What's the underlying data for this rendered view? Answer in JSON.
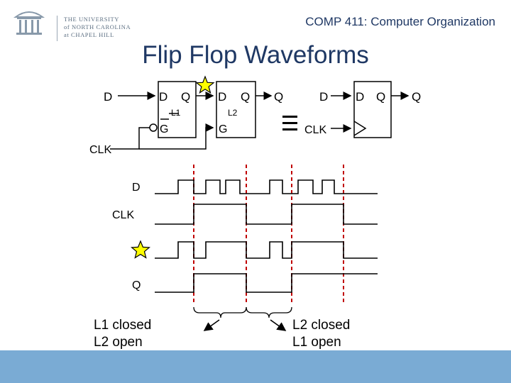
{
  "header": {
    "course": "COMP 411: Computer Organization",
    "logo_lines": [
      "THE UNIVERSITY",
      "of NORTH CAROLINA",
      "at CHAPEL HILL"
    ]
  },
  "slide": {
    "title": "Flip Flop Waveforms"
  },
  "circuit": {
    "d_in": "D",
    "l1_d": "D",
    "l1_q": "Q",
    "l1_name": "L1",
    "l1_g": "G",
    "l2_d": "D",
    "l2_q": "Q",
    "l2_name": "L2",
    "l2_g": "G",
    "q_out": "Q",
    "clk": "CLK",
    "ff_in": "D",
    "ff_d": "D",
    "ff_q": "Q",
    "ff_out": "Q",
    "ff_clk": "CLK"
  },
  "waveforms": {
    "signals": [
      "D",
      "CLK",
      "Q"
    ]
  },
  "annotations": {
    "left_note": [
      "L1 closed",
      "L2 open"
    ],
    "right_note": [
      "L2 closed",
      "L1 open"
    ]
  },
  "colors": {
    "title": "#1f3864",
    "footer": "#7aabd4",
    "dashed": "#c00000",
    "star": "#ffff00"
  }
}
